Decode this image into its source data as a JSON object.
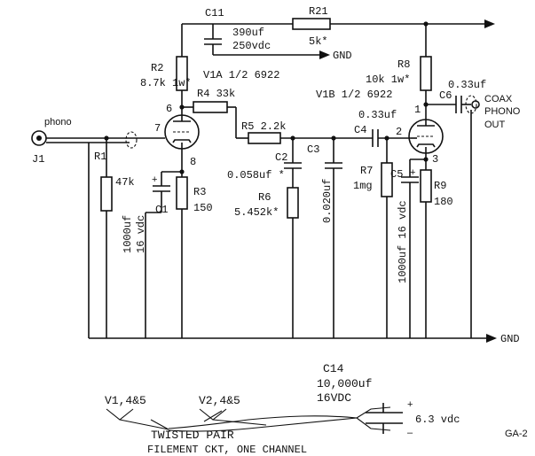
{
  "labels": {
    "c11_name": "C11",
    "c11_value1": "390uf",
    "c11_value2": "250vdc",
    "r21_name": "R21",
    "r21_value": "5k*",
    "gnd_top": "GND",
    "r2_name": "R2",
    "r2_value": "8.7k 1w*",
    "v1a": "V1A 1/2 6922",
    "r4": "R4 33k",
    "r8_name": "R8",
    "r8_value": "10k 1w*",
    "c6_value": "0.33uf",
    "c6_name": "C6",
    "coax1": "COAX",
    "coax2": "PHONO",
    "coax3": "OUT",
    "v1b": "V1B 1/2 6922",
    "c4_value": "0.33uf",
    "c4_name": "C4",
    "phono": "phono",
    "j1": "J1",
    "pin6": "6",
    "pin7": "7",
    "pin8": "8",
    "pin1": "1",
    "pin2": "2",
    "pin3": "3",
    "r5": "R5 2.2k",
    "r1_name": "R1",
    "r1_value": "47k",
    "c1_name": "C1",
    "c1_value1": "1000uf",
    "c1_value2": "16 vdc",
    "r3_name": "R3",
    "r3_value": "150",
    "c2_name": "C2",
    "c2_value": "0.058uf *",
    "c3_name": "C3",
    "c3_value": "0.020uf",
    "r6_name": "R6",
    "r6_value": "5.452k*",
    "r7_name": "R7",
    "r7_value": "1mg",
    "c5_name": "C5",
    "c5_value": "1000uf 16 vdc",
    "r9_name": "R9",
    "r9_value": "180",
    "gnd_bottom": "GND",
    "c14_name": "C14",
    "c14_value1": "10,000uf",
    "c14_value2": "16VDC",
    "plus": "+",
    "minus": "–",
    "v63": "6.3 vdc",
    "v145": "V1,4&5",
    "v245": "V2,4&5",
    "twisted": "TWISTED PAIR",
    "filament": "FILEMENT CKT, ONE CHANNEL",
    "fig_id": "GA-2",
    "c1_plus": "+",
    "c5_plus": "+"
  }
}
